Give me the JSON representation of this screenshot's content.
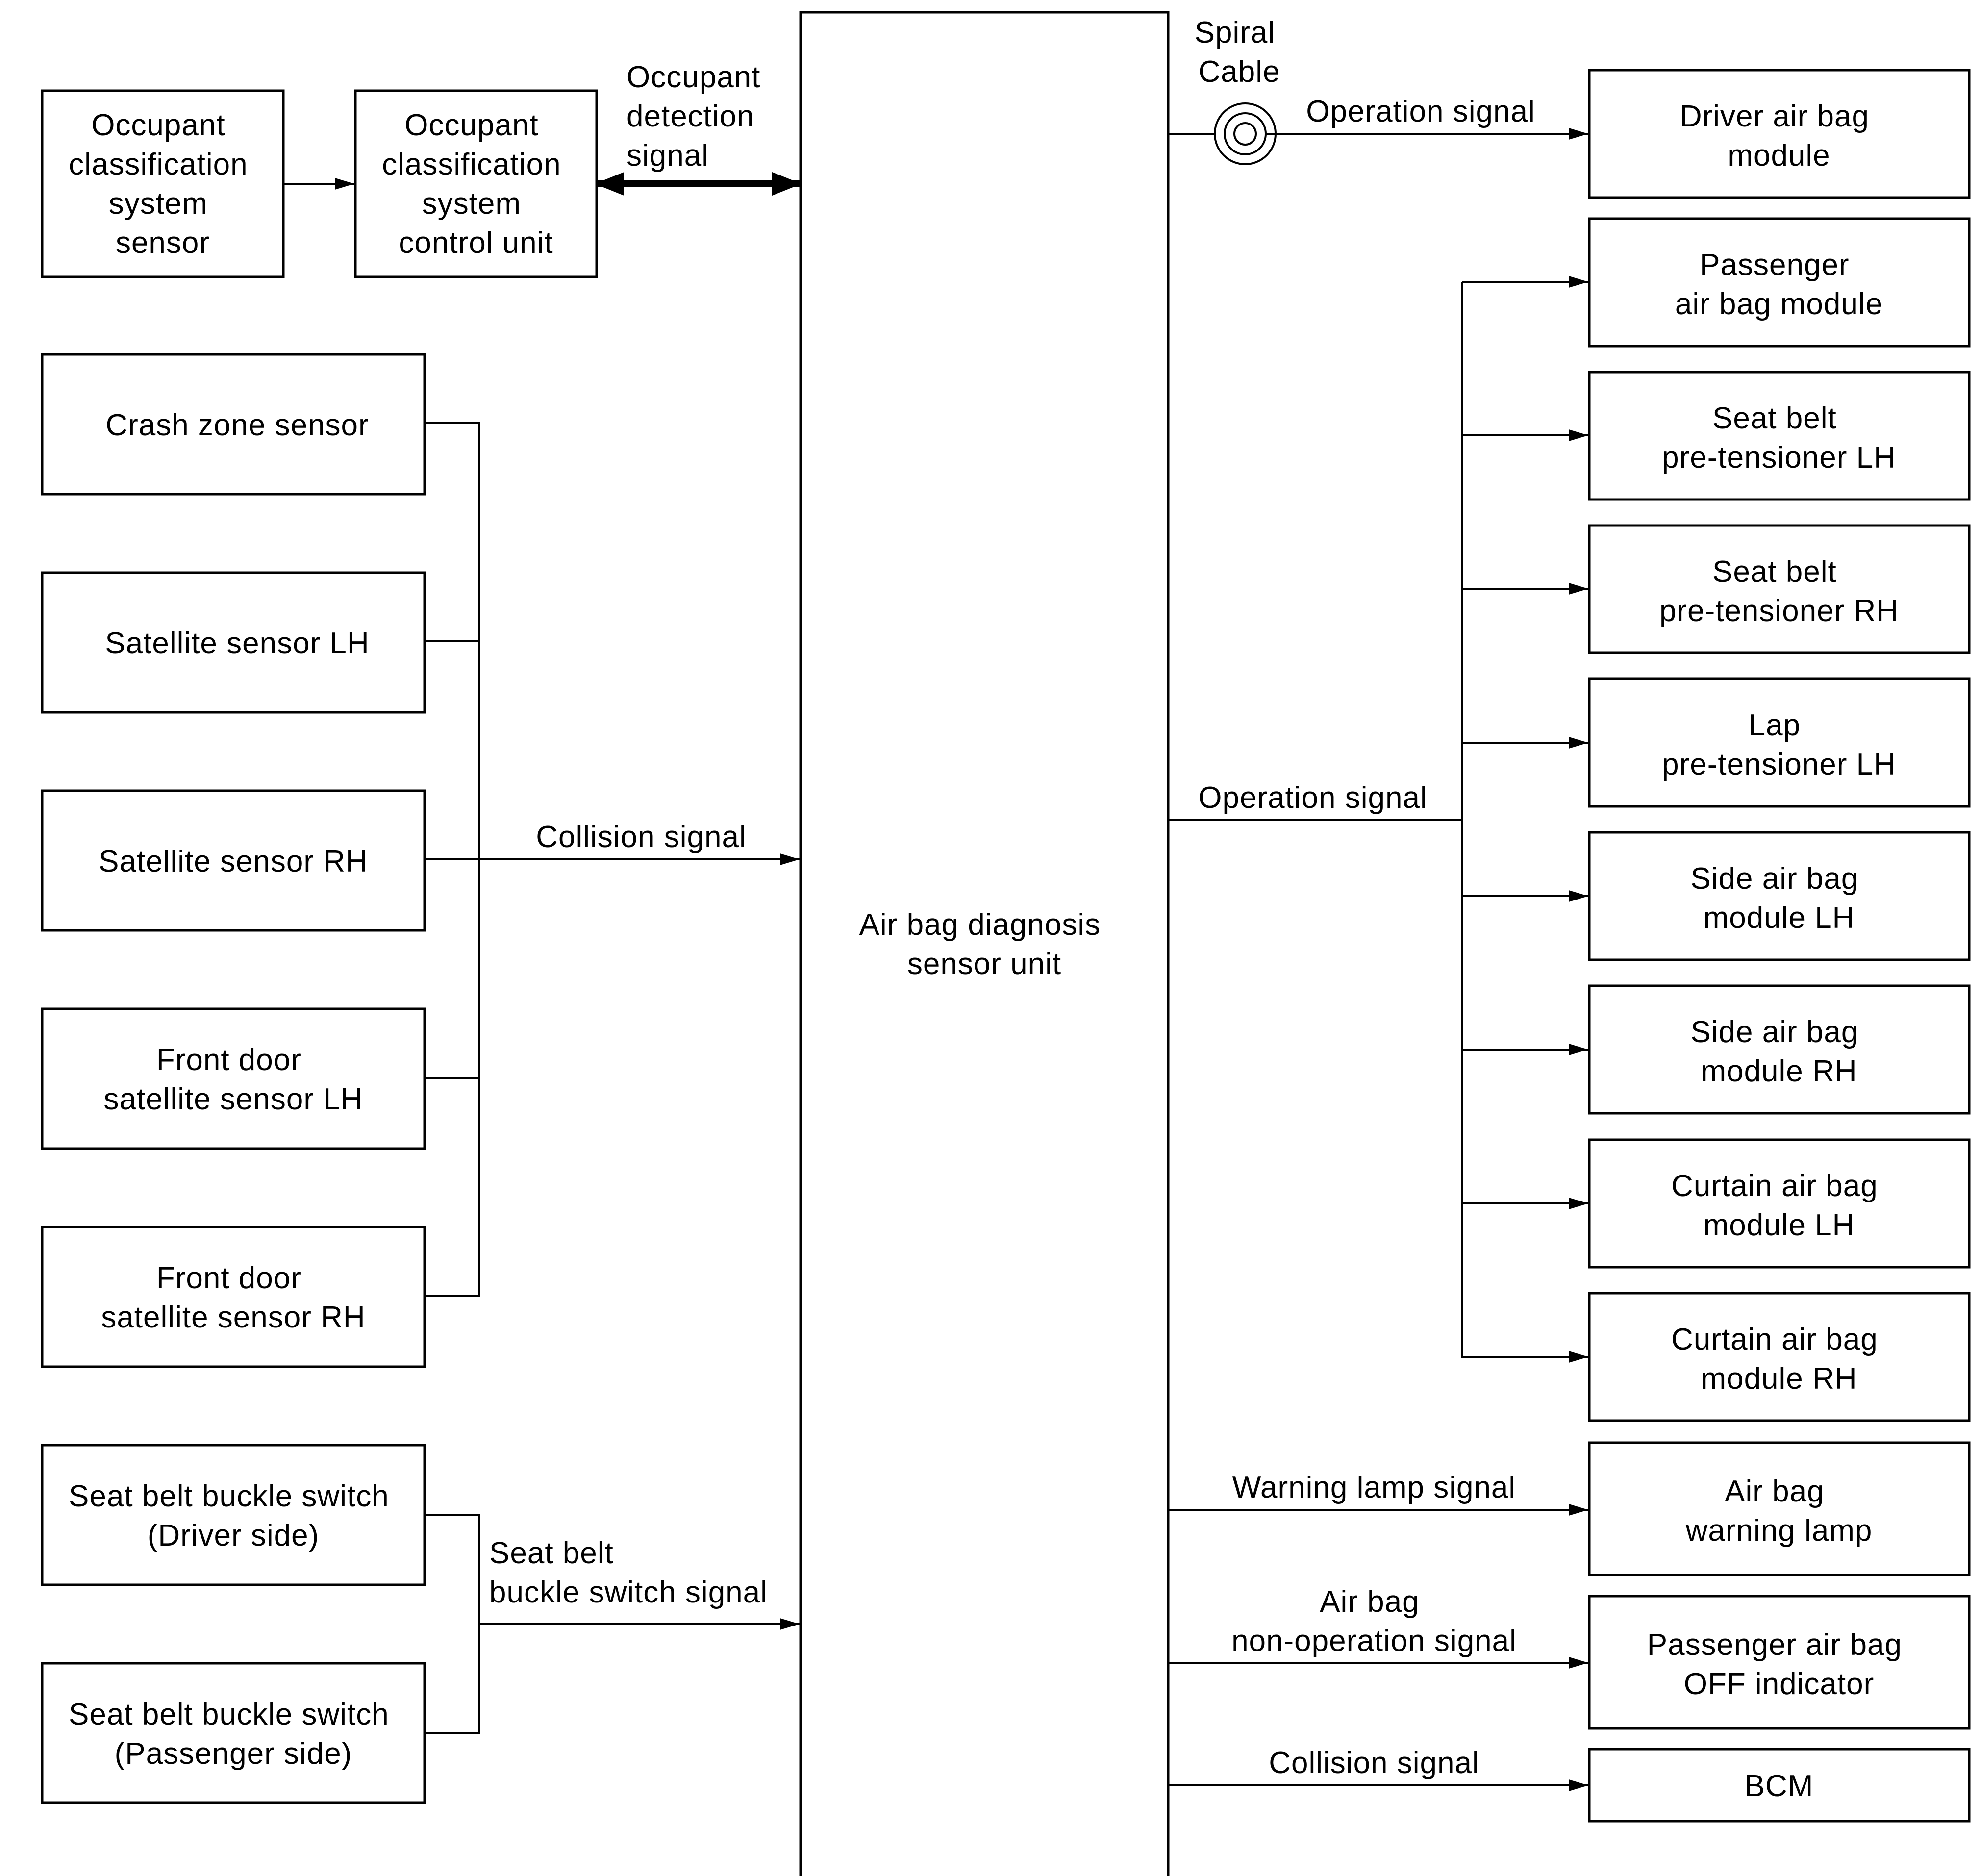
{
  "components": {
    "occupant_sensor": [
      "Occupant",
      "classification",
      "system",
      "sensor"
    ],
    "occupant_control": [
      "Occupant",
      "classification",
      "system",
      "control unit"
    ],
    "crash_zone": [
      "Crash zone sensor"
    ],
    "sat_lh": [
      "Satellite sensor LH"
    ],
    "sat_rh": [
      "Satellite sensor RH"
    ],
    "fd_sat_lh": [
      "Front door",
      "satellite sensor LH"
    ],
    "fd_sat_rh": [
      "Front door",
      "satellite sensor RH"
    ],
    "sb_driver": [
      "Seat belt buckle switch",
      "(Driver side)"
    ],
    "sb_passenger": [
      "Seat belt buckle switch",
      "(Passenger side)"
    ],
    "diag_unit": [
      "Air bag diagnosis",
      "sensor unit"
    ],
    "driver_airbag": [
      "Driver air bag",
      "module"
    ],
    "passenger_airbag": [
      "Passenger",
      "air bag module"
    ],
    "pretensioner_lh": [
      "Seat belt",
      "pre-tensioner LH"
    ],
    "pretensioner_rh": [
      "Seat belt",
      "pre-tensioner RH"
    ],
    "lap_pretensioner": [
      "Lap",
      "pre-tensioner LH"
    ],
    "side_lh": [
      "Side air bag",
      "module LH"
    ],
    "side_rh": [
      "Side air bag",
      "module RH"
    ],
    "curtain_lh": [
      "Curtain air bag",
      "module LH"
    ],
    "curtain_rh": [
      "Curtain air bag",
      "module RH"
    ],
    "warning_lamp": [
      "Air bag",
      "warning lamp"
    ],
    "off_indicator": [
      "Passenger air bag",
      "OFF indicator"
    ],
    "bcm": [
      "BCM"
    ]
  },
  "signals": {
    "occupant_detection": [
      "Occupant",
      "detection",
      "signal"
    ],
    "spiral_cable": [
      "Spiral",
      "Cable"
    ],
    "operation_top": [
      "Operation signal"
    ],
    "operation_main": [
      "Operation signal"
    ],
    "collision_in": [
      "Collision signal"
    ],
    "seatbelt_in": [
      "Seat belt",
      "buckle switch signal"
    ],
    "warning_lamp": [
      "Warning lamp signal"
    ],
    "non_operation": [
      "Air bag",
      "non-operation signal"
    ],
    "collision_out": [
      "Collision signal"
    ]
  }
}
